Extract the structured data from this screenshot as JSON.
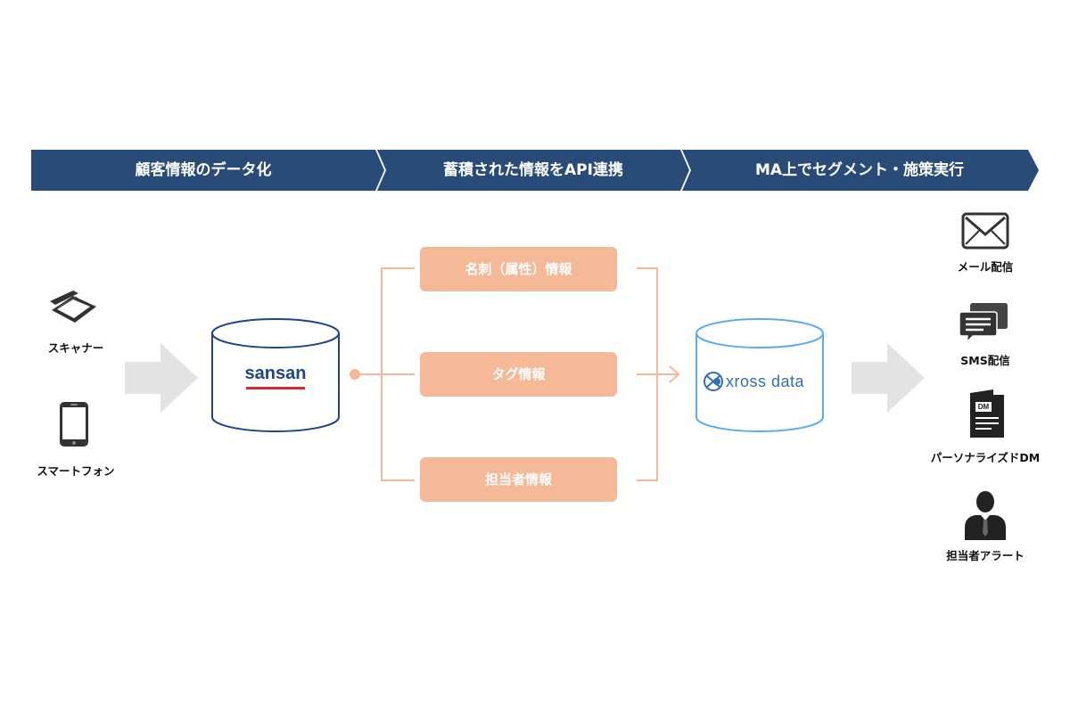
{
  "steps": [
    {
      "label": "顧客情報のデータ化"
    },
    {
      "label": "蓄積された情報をAPI連携"
    },
    {
      "label": "MA上でセグメント・施策実行"
    }
  ],
  "inputs": [
    {
      "label": "スキャナー",
      "icon": "scanner-icon"
    },
    {
      "label": "スマートフォン",
      "icon": "smartphone-icon"
    }
  ],
  "source_db": {
    "logo_text": "sansan"
  },
  "attributes": [
    {
      "label": "名刺（属性）情報"
    },
    {
      "label": "タグ情報"
    },
    {
      "label": "担当者情報"
    }
  ],
  "target_db": {
    "logo_text": "xross data"
  },
  "outputs": [
    {
      "label": "メール配信",
      "icon": "mail-icon"
    },
    {
      "label": "SMS配信",
      "icon": "sms-icon"
    },
    {
      "label": "パーソナライズドDM",
      "icon": "dm-icon",
      "badge": "DM"
    },
    {
      "label": "担当者アラート",
      "icon": "person-icon"
    }
  ],
  "colors": {
    "banner": "#294b78",
    "attribute": "#f5b998",
    "connector": "#f5b998",
    "source_db": "#1e4585",
    "target_db": "#5aaee8",
    "arrow": "#e3e3e3"
  }
}
